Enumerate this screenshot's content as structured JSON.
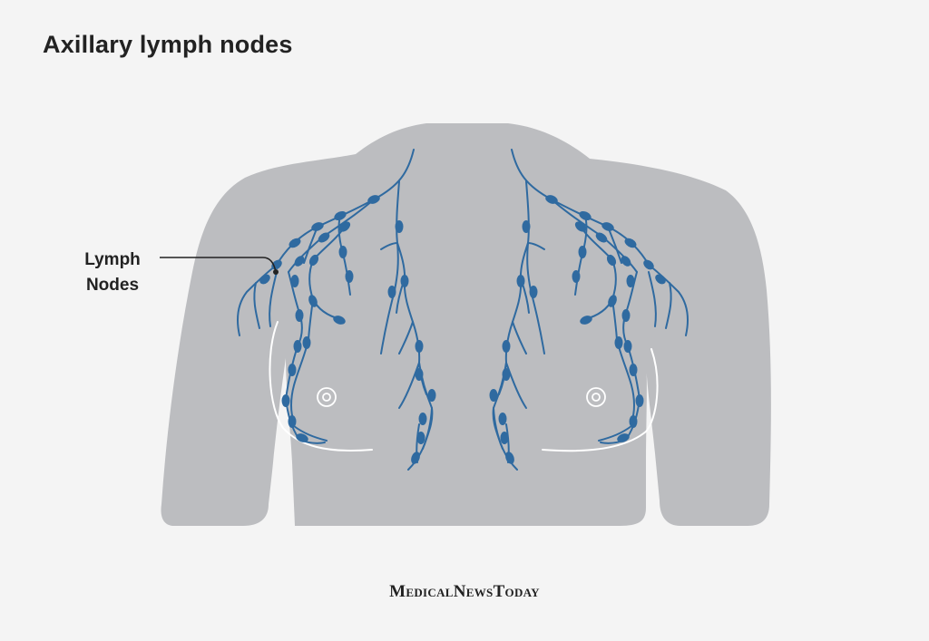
{
  "title": "Axillary lymph nodes",
  "callout": {
    "line1": "Lymph",
    "line2": "Nodes"
  },
  "brand": "MedicalNewsToday",
  "colors": {
    "background": "#f4f4f4",
    "body": "#bcbdc0",
    "vessel": "#2f6aa0",
    "outline": "#ffffff",
    "text": "#222222"
  }
}
